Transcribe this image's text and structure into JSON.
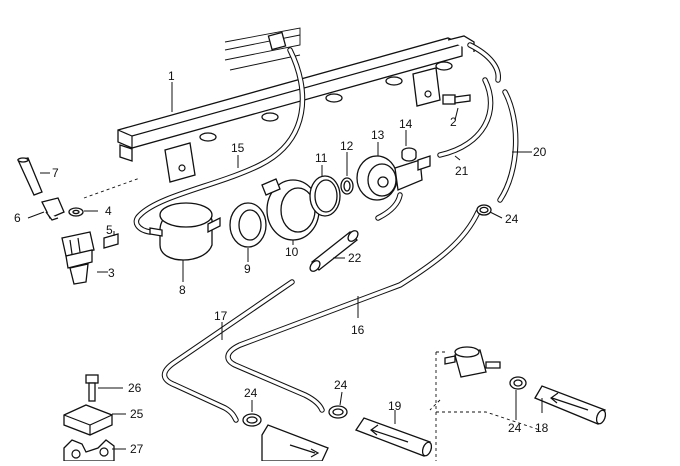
{
  "diagram": {
    "callouts": [
      {
        "id": "c1",
        "label": "1"
      },
      {
        "id": "c2",
        "label": "2"
      },
      {
        "id": "c3",
        "label": "3"
      },
      {
        "id": "c4",
        "label": "4"
      },
      {
        "id": "c5",
        "label": "5"
      },
      {
        "id": "c6",
        "label": "6"
      },
      {
        "id": "c7",
        "label": "7"
      },
      {
        "id": "c8",
        "label": "8"
      },
      {
        "id": "c9",
        "label": "9"
      },
      {
        "id": "c10",
        "label": "10"
      },
      {
        "id": "c11",
        "label": "11"
      },
      {
        "id": "c12",
        "label": "12"
      },
      {
        "id": "c13",
        "label": "13"
      },
      {
        "id": "c14",
        "label": "14"
      },
      {
        "id": "c15",
        "label": "15"
      },
      {
        "id": "c16",
        "label": "16"
      },
      {
        "id": "c17",
        "label": "17"
      },
      {
        "id": "c18",
        "label": "18"
      },
      {
        "id": "c19",
        "label": "19"
      },
      {
        "id": "c20",
        "label": "20"
      },
      {
        "id": "c21",
        "label": "21"
      },
      {
        "id": "c22",
        "label": "22"
      },
      {
        "id": "c24a",
        "label": "24"
      },
      {
        "id": "c24b",
        "label": "24"
      },
      {
        "id": "c24c",
        "label": "24"
      },
      {
        "id": "c24d",
        "label": "24"
      },
      {
        "id": "c25",
        "label": "25"
      },
      {
        "id": "c26",
        "label": "26"
      },
      {
        "id": "c27",
        "label": "27"
      }
    ]
  }
}
